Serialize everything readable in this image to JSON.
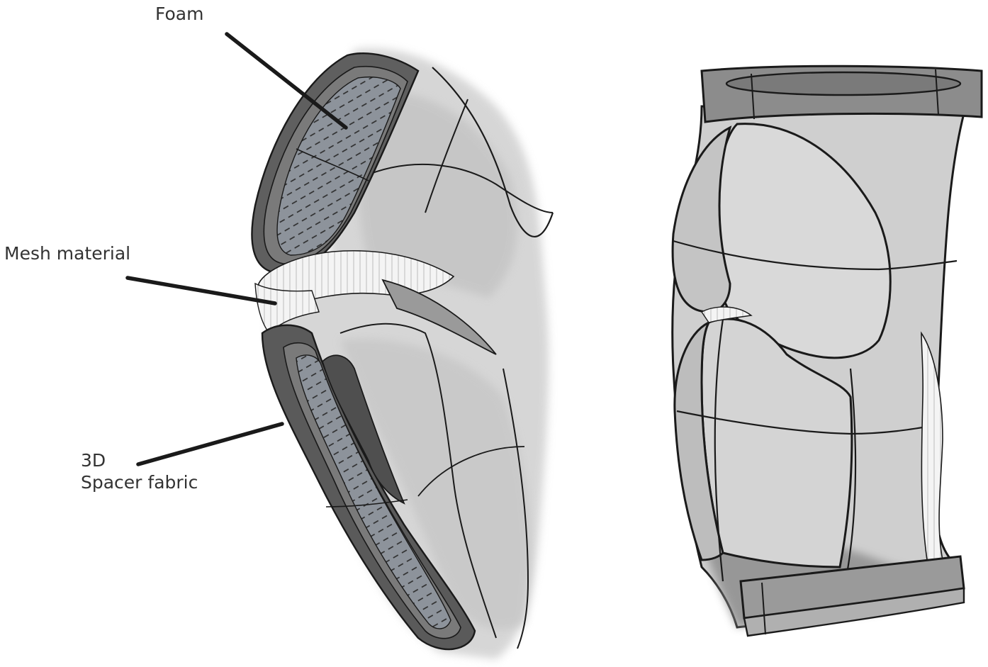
{
  "labels": {
    "foam": "Foam",
    "mesh": "Mesh material",
    "spacer_line1": "3D",
    "spacer_line2": "Spacer fabric"
  },
  "colors": {
    "outline": "#1a1a1a",
    "label_text": "#333333",
    "shadow_gray": "#b8b8b8",
    "light_gray": "#d6d6d6",
    "dark_pad": "#6e6e6e",
    "foam_fill": "#8d939b",
    "mesh_fill": "#f4f4f4"
  },
  "icons": [
    "leader-line",
    "foam-hatching",
    "mesh-stitching"
  ]
}
